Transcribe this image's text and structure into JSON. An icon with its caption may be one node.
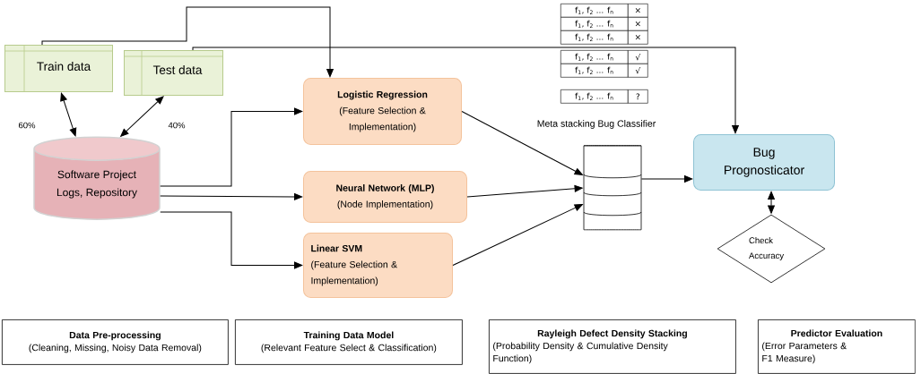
{
  "diagram": {
    "nodes": [
      {
        "text": [
          "Train data"
        ]
      },
      {
        "text": [
          "Test data"
        ]
      },
      {
        "text": [
          "Software Project Logs, Repository"
        ]
      },
      {
        "text": [
          "Logistic Regression",
          "(Feature Selection & Implementation)"
        ]
      },
      {
        "text": [
          "Neural Network (MLP)",
          "(Node Implementation)"
        ]
      },
      {
        "text": [
          "Linear SVM",
          "(Feature Selection & Implementation)"
        ]
      },
      {
        "text": [],
        "shape": "cylinder",
        "beside": [
          "Meta stacking Bug Classifier"
        ]
      },
      {
        "text": [
          "Bug Prognosticator"
        ]
      },
      {
        "text": [
          "Check Accuracy"
        ]
      },
      {
        "text": [
          "Data Pre-processing",
          "(Cleaning, Missing, Noisy Data Removal)"
        ]
      },
      {
        "text": [
          "Training Data Model",
          "(Relevant Feature Select & Classification)"
        ]
      },
      {
        "text": [
          "Rayleigh Defect Density Stacking",
          "(Probability Density & Cumulative Density Function)"
        ]
      },
      {
        "text": [
          "Predictor Evaluation",
          "(Error Parameters & F1 Measure)"
        ]
      }
    ],
    "edges": [
      {
        "from": 0,
        "to": 2,
        "arrow": "both",
        "label": "60%"
      },
      {
        "from": 1,
        "to": 2,
        "arrow": "both",
        "label": "40%"
      },
      {
        "from": 0,
        "to": 3,
        "arrow": "to"
      },
      {
        "from": 1,
        "to": 7,
        "arrow": "to"
      },
      {
        "from": 2,
        "to": 3,
        "arrow": "to"
      },
      {
        "from": 2,
        "to": 4,
        "arrow": "to"
      },
      {
        "from": 2,
        "to": 5,
        "arrow": "to"
      },
      {
        "from": 3,
        "to": 6,
        "arrow": "to"
      },
      {
        "from": 4,
        "to": 6,
        "arrow": "to"
      },
      {
        "from": 5,
        "to": 6,
        "arrow": "to"
      },
      {
        "from": 6,
        "to": 7,
        "arrow": "to"
      },
      {
        "from": 7,
        "to": 8,
        "arrow": "both"
      }
    ],
    "labels": [
      "f$_{1}$, f$_{2}$ ... f$_{n}$",
      "×",
      "f$_{1}$, f$_{2}$ ... f$_{n}$",
      "×",
      "f$_{1}$, f$_{2}$ ... f$_{n}$",
      "×",
      "f$_{1}$, f$_{2}$ ... f$_{n}$",
      "√",
      "f$_{1}$, f$_{2}$ ... f$_{n}$",
      "√",
      "f$_{1}$, f$_{2}$ ... f$_{n}$",
      "?"
    ]
  }
}
